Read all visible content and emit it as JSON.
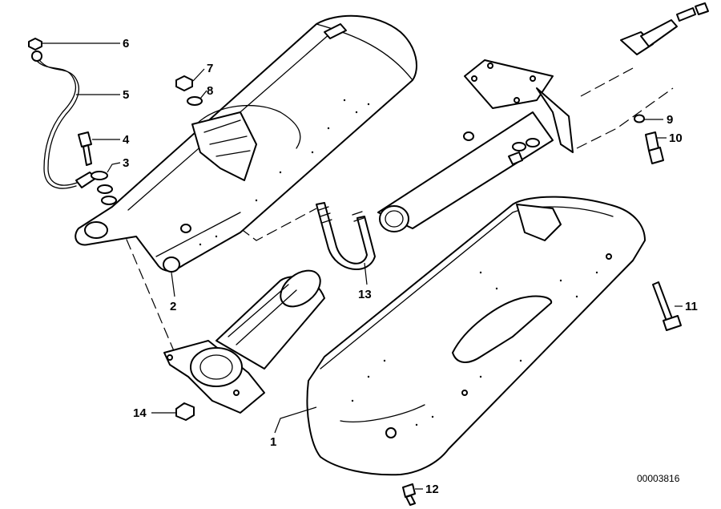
{
  "diagram": {
    "reference_code": "00003816",
    "callouts": [
      {
        "id": "c1",
        "text": "1"
      },
      {
        "id": "c2",
        "text": "2"
      },
      {
        "id": "c3",
        "text": "3"
      },
      {
        "id": "c4",
        "text": "4"
      },
      {
        "id": "c5",
        "text": "5"
      },
      {
        "id": "c6",
        "text": "6"
      },
      {
        "id": "c7",
        "text": "7"
      },
      {
        "id": "c8",
        "text": "8"
      },
      {
        "id": "c9",
        "text": "9"
      },
      {
        "id": "c10",
        "text": "10"
      },
      {
        "id": "c11",
        "text": "11"
      },
      {
        "id": "c12",
        "text": "12"
      },
      {
        "id": "c13",
        "text": "13"
      },
      {
        "id": "c14",
        "text": "14"
      }
    ]
  }
}
